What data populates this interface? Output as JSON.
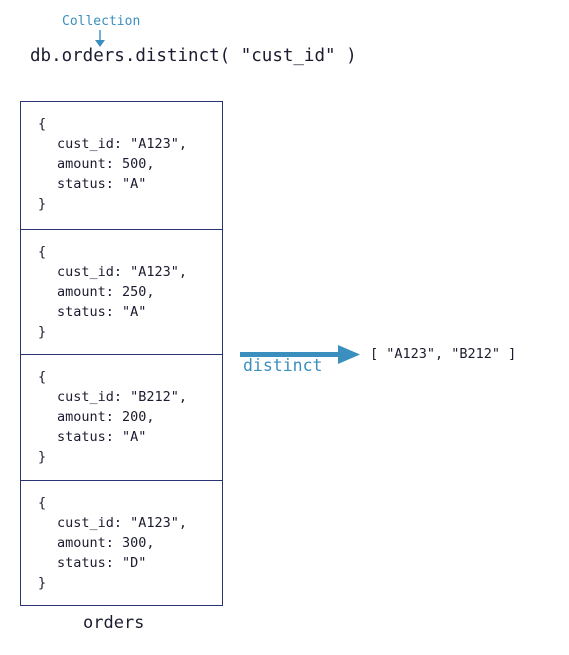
{
  "annotation": {
    "text": "Collection"
  },
  "command": {
    "text": "db.orders.distinct( \"cust_id\" )"
  },
  "collection": {
    "name": "orders",
    "documents": [
      {
        "open": "{",
        "lines": [
          "cust_id: \"A123\",",
          "amount: 500,",
          "status: \"A\""
        ],
        "close": "}"
      },
      {
        "open": "{",
        "lines": [
          "cust_id: \"A123\",",
          "amount: 250,",
          "status: \"A\""
        ],
        "close": "}"
      },
      {
        "open": "{",
        "lines": [
          "cust_id: \"B212\",",
          "amount: 200,",
          "status: \"A\""
        ],
        "close": "}"
      },
      {
        "open": "{",
        "lines": [
          "cust_id: \"A123\",",
          "amount: 300,",
          "status: \"D\""
        ],
        "close": "}"
      }
    ]
  },
  "operation": {
    "label": "distinct"
  },
  "result": {
    "text": "[ \"A123\", \"B212\" ]"
  },
  "colors": {
    "accent": "#3a8fbf",
    "border": "#2a3470",
    "text": "#1c1c30"
  }
}
